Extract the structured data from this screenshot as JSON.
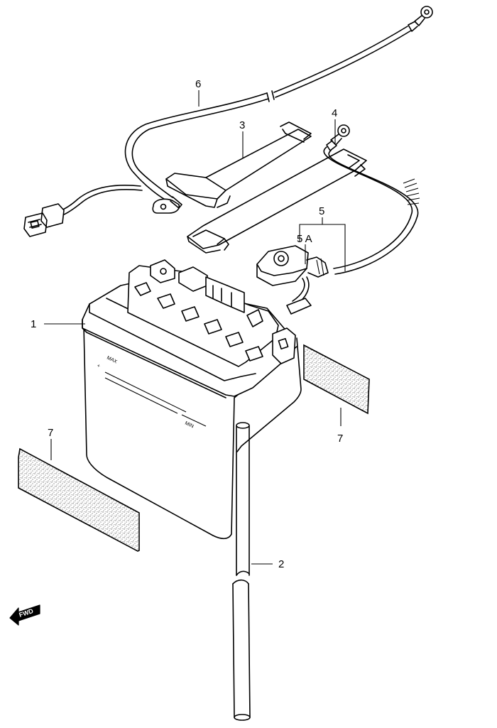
{
  "callouts": {
    "c1": "1",
    "c2": "2",
    "c3": "3",
    "c4": "4",
    "c5": "5",
    "c5a": "5 A",
    "c6": "6",
    "c7_left": "7",
    "c7_right": "7"
  },
  "battery": {
    "max_mark": "MAX",
    "min_mark": "MIN",
    "plus_mark": "+"
  },
  "fwd_label": "FWD",
  "icons": {
    "fwd_arrow": "fwd-arrow-icon",
    "dot_pattern": "stipple-texture"
  }
}
